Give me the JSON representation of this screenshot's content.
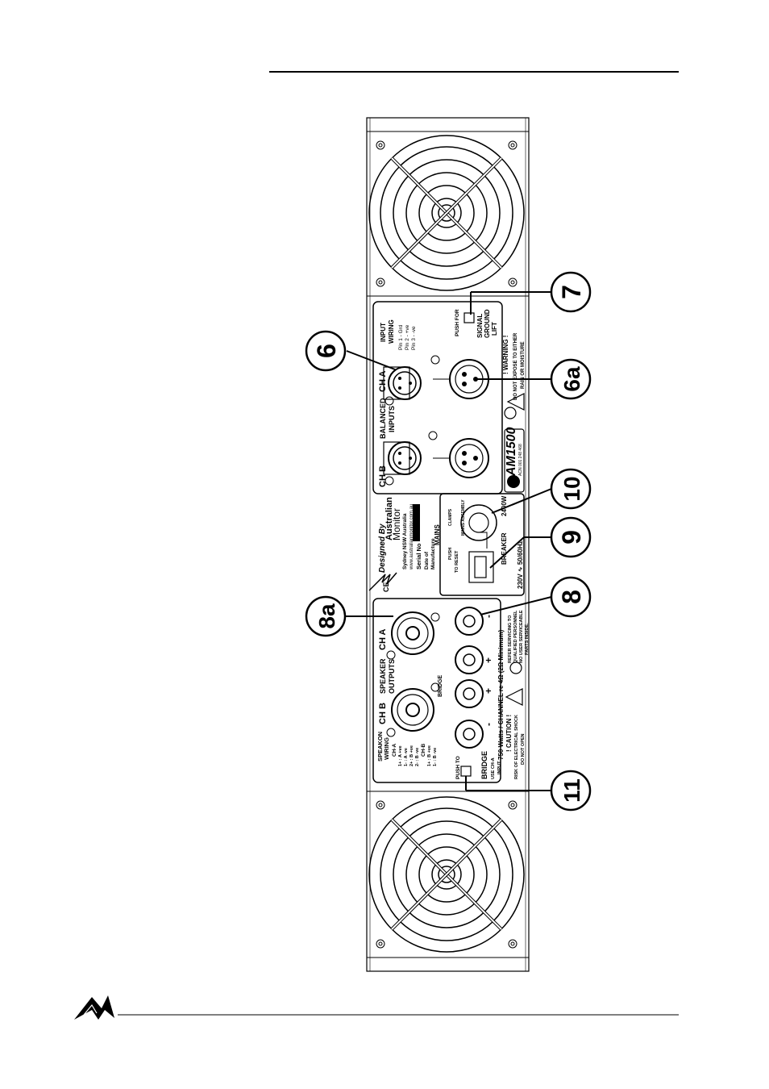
{
  "callouts": [
    "6",
    "6a",
    "7",
    "8",
    "8a",
    "9",
    "10",
    "11"
  ],
  "input_panel": {
    "ch_b": "CH B",
    "ch_a": "CH A",
    "balanced": "BALANCED",
    "inputs": "INPUTS",
    "push": "PUSH",
    "input_wiring_1": "INPUT",
    "input_wiring_2": "WIRING",
    "pin1": "Pin 1 - Grd",
    "pin2": "Pin 2 - +ve",
    "pin3": "Pin 3 - -ve",
    "push_for": "PUSH FOR",
    "signal": "SIGNAL",
    "ground": "GROUND",
    "lift": "LIFT",
    "warning": "! WARNING !",
    "warning_line1": "DO NOT EXPOSE TO EITHER",
    "warning_line2": "RAIN OR MOISTURE",
    "model": "AM1500",
    "model_sub": "ACN 001 248 468"
  },
  "brand_panel": {
    "designed_by": "Designed By",
    "australian": "Australian",
    "monitor": "Monitor",
    "location": "Sydney NSW Australia",
    "website": "www.australianmonitor.com.au",
    "serial": "Serial No",
    "date_of": "Date of",
    "manufacture": "Manufacture",
    "ce": "CE"
  },
  "mains_panel": {
    "mains": "MAINS",
    "clamps": "CLAMPS",
    "mains_assembly": "MAINS ASSEMBLY",
    "push": "PUSH",
    "to_reset": "TO RESET",
    "breaker": "BREAKER",
    "wattage": "2400W",
    "voltage": "230V ∿ 50/60Hz"
  },
  "output_panel": {
    "ch_b": "CH B",
    "ch_a": "CH A",
    "speaker": "SPEAKER",
    "outputs": "OUTPUTS",
    "bridge": "BRIDGE",
    "speakon_1": "SPEAKON",
    "speakon_2": "WIRING",
    "w_cha": "CH-A",
    "w1": "1+ : A +ve",
    "w2": "1- : A -ve",
    "w3": "2+ : B +ve",
    "w4": "2- : B -ve",
    "w_chb": "CH-B",
    "w5": "1+ : B +ve",
    "w6": "1- : B -ve",
    "push_to": "PUSH TO",
    "bridge_switch": "BRIDGE",
    "use_cha_1": "USE CH-A",
    "use_cha_2": "INPUT",
    "rating": "750 Watts / CHANNEL re 4Ω (2Ω Minimum)",
    "caution": "! CAUTION !",
    "caution_1": "RISK OF ELECTRICAL SHOCK",
    "caution_2": "DO NOT OPEN",
    "refer_1": "REFER SERVICING TO",
    "refer_2": "QUALIFIED PERSONNEL",
    "refer_3": "NO USER SERVICEABLE",
    "refer_4": "PARTS INSIDE.",
    "plus": "+",
    "minus": "-"
  }
}
